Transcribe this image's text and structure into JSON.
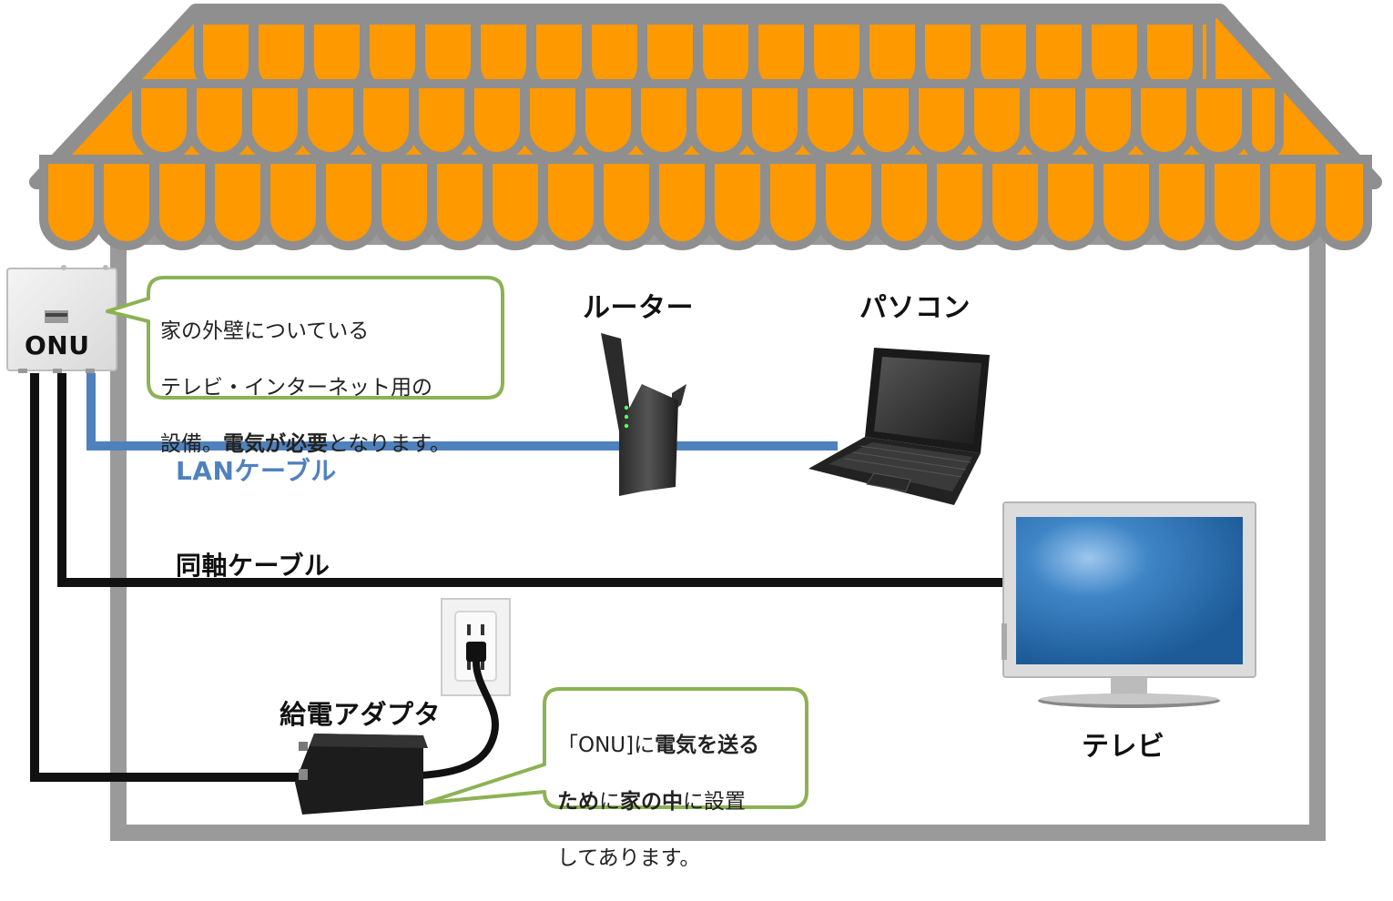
{
  "colors": {
    "roof_fill": "#FF9900",
    "roof_outline": "#8F8F8F",
    "wall": "#9A9A9A",
    "lan_cable": "#4F81BD",
    "coax_cable": "#111111",
    "callout_border": "#8DB255"
  },
  "labels": {
    "onu": "ONU",
    "router": "ルーター",
    "pc": "パソコン",
    "lan_cable": "LANケーブル",
    "coax_cable": "同軸ケーブル",
    "power_adapter": "給電アダプタ",
    "tv": "テレビ"
  },
  "callout_onu": {
    "line1": "家の外壁についている",
    "line2": "テレビ・インターネット用の",
    "line3_pre": "設備。",
    "line3_bold": "電気が必要",
    "line3_post": "となります。"
  },
  "callout_adapter": {
    "l1_a": "「ONU]に",
    "l1_b": "電気を送る",
    "l2_a": "ため",
    "l2_b": "に",
    "l2_c": "家の中",
    "l2_d": "に設置",
    "l3": "してあります。"
  },
  "icons": [
    "onu-device-icon",
    "router-icon",
    "laptop-icon",
    "tv-icon",
    "wall-outlet-icon",
    "power-adapter-icon"
  ]
}
